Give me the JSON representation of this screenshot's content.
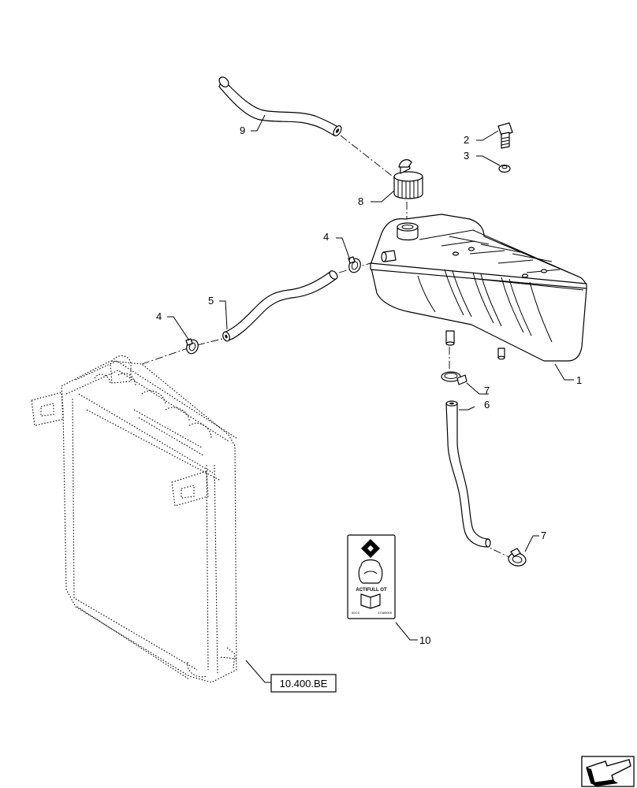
{
  "callouts": [
    {
      "id": "c1",
      "label": "1"
    },
    {
      "id": "c2",
      "label": "2"
    },
    {
      "id": "c3",
      "label": "3"
    },
    {
      "id": "c4a",
      "label": "4"
    },
    {
      "id": "c4b",
      "label": "4"
    },
    {
      "id": "c5",
      "label": "5"
    },
    {
      "id": "c6",
      "label": "6"
    },
    {
      "id": "c7a",
      "label": "7"
    },
    {
      "id": "c7b",
      "label": "7"
    },
    {
      "id": "c8",
      "label": "8"
    },
    {
      "id": "c9",
      "label": "9"
    },
    {
      "id": "c10",
      "label": "10"
    }
  ],
  "reference_box": {
    "label": "10.400.BE"
  },
  "decal": {
    "title": "ACTIFULL OT",
    "left_code": "00CS",
    "right_code": "47469009"
  }
}
